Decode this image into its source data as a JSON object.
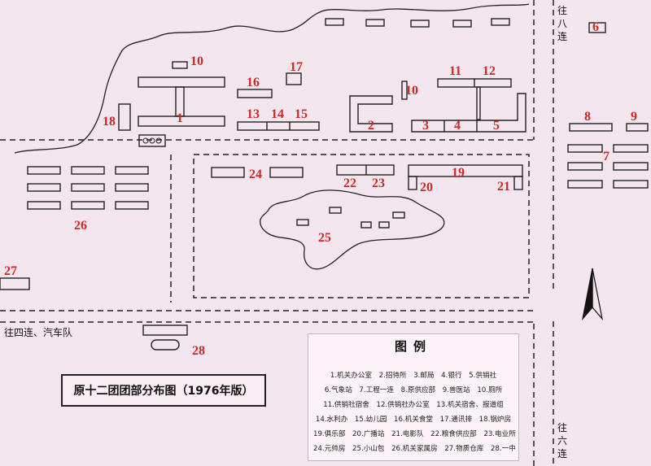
{
  "title": "原十二团团部分布图（1976年版）",
  "labels": {
    "to_eight": "往八连",
    "to_six": "往六连",
    "to_four": "往四连、汽车队"
  },
  "numbers": [
    "1",
    "2",
    "3",
    "4",
    "5",
    "6",
    "7",
    "8",
    "9",
    "10",
    "10",
    "11",
    "12",
    "13",
    "14",
    "15",
    "16",
    "17",
    "18",
    "19",
    "20",
    "21",
    "22",
    "23",
    "24",
    "25",
    "26",
    "27",
    "28"
  ],
  "legend": {
    "title": "图例",
    "rows": [
      "1.机关办公室　2.招待所　3.邮局　4.银行　5.供销社",
      "6.气象站　7.工程一连　8.原供应部　9.兽医站　10.厕所",
      "11.供销社宿舍　12.供销社办公室　13.机关宿舍、报道组",
      "14.水利办　15.幼儿园　16.机关食堂　17.通讯排　18.锅炉房",
      "19.俱乐部　20.广播站　21.电影队　22.粮食供应部　23.电业所",
      "24.元帅房　25.小山包　26.机关家属房　27.物质仓库　28.一中"
    ]
  },
  "colors": {
    "background": "#f3e6ee",
    "number": "#d02828",
    "ink": "#222222"
  }
}
